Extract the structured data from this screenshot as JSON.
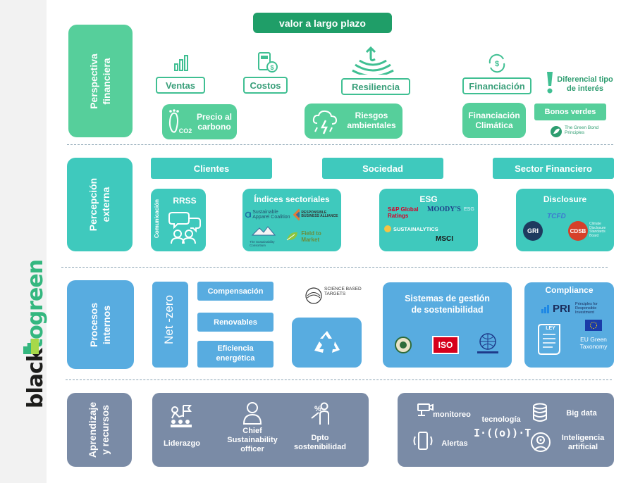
{
  "header": {
    "title": "valor a largo plazo"
  },
  "brand": {
    "name_part1": "black",
    "name_part2": "togreen",
    "accent": "#34b77f",
    "accent2": "#a7d84a"
  },
  "rows": {
    "financial": {
      "label": "Perspectiva\nfinanciera",
      "ventas": "Ventas",
      "costos": "Costos",
      "resiliencia": "Resiliencia",
      "financiacion": "Financiación",
      "diferencial": "Diferencial tipo\nde interés",
      "precio_carbono": "Precio al\ncarbono",
      "riesgos": "Riesgos\nambientales",
      "fin_climatica": "Financiación\nClimática",
      "bonos": "Bonos verdes",
      "gbp_logo": "The Green Bond Principles",
      "co2": "CO2"
    },
    "external": {
      "label": "Percepción\nexterna",
      "clientes": "Clientes",
      "sociedad": "Sociedad",
      "sector": "Sector Financiero",
      "rrss_title": "RRSS",
      "comunicacion": "Comunicación",
      "indices_title": "Índices  sectoriales",
      "sac_logo": "Sustainable Apparel Coalition",
      "rba_logo": "RESPONSIBLE BUSINESS ALLIANCE",
      "tsc_logo": "The Sustainability Consortium",
      "ftm_logo": "Field to Market",
      "esg_title": "ESG",
      "sp_logo": "S&P Global Ratings",
      "moodys_logo": "MOODY'S",
      "esg_small": "ESG",
      "sustainalytics_logo": "SUSTAINALYTICS",
      "msci_logo": "MSCI",
      "disclosure_title": "Disclosure",
      "gri_logo": "GRI",
      "tcfd_logo": "TCFD",
      "cdsb_logo": "CDSB",
      "cdsb_text": "Climate Disclosure Standards Board"
    },
    "internal": {
      "label": "Procesos\ninternos",
      "netzero": "Net -zero",
      "compensacion": "Compensación",
      "renovables": "Renovables",
      "eficiencia": "Eficiencia\nenergética",
      "sbt_logo": "SCIENCE BASED TARGETS",
      "sistemas_title": "Sistemas de gestión\nde sostenibilidad",
      "iso_logo": "ISO",
      "compliance_title": "Compliance",
      "pri_logo": "PRI",
      "pri_text": "Principles for Responsible Investment",
      "ley_text": "LEY",
      "eu_taxonomy": "EU Green\nTaxonomy"
    },
    "learning": {
      "label": "Aprendizaje\ny recursos",
      "liderazgo": "Liderazgo",
      "cso": "Chief\nSustainability\nofficer",
      "dpto": "Dpto\nsostenibilidad",
      "monitoreo": "monitoreo",
      "tecnologia": "tecnología",
      "iot": "I·((o))·T",
      "big_data": "Big data",
      "alertas": "Alertas",
      "ia": "Inteligencia\nartificial"
    }
  }
}
